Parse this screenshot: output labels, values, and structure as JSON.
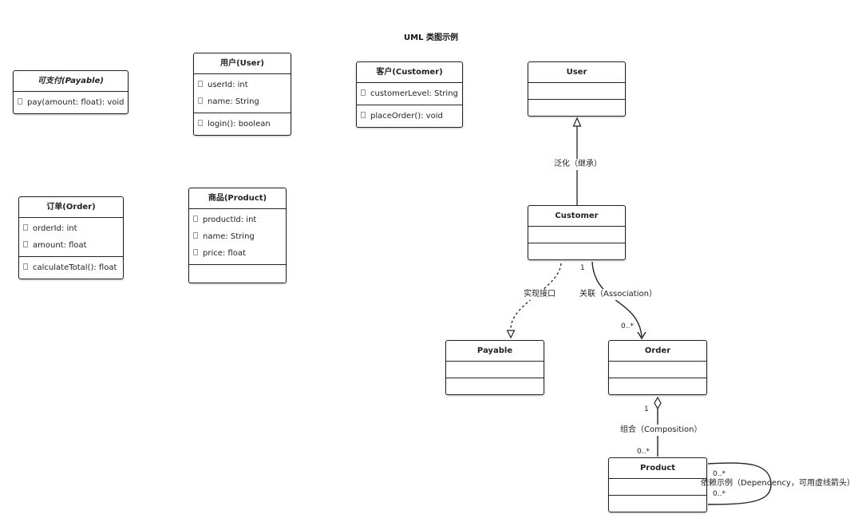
{
  "title": "UML 类图示例",
  "classes": {
    "payable_cn": {
      "name": "可支付(Payable)",
      "ops": [
        "pay(amount: float): void"
      ]
    },
    "user_cn": {
      "name": "用户(User)",
      "attrs": [
        "userId: int",
        "name: String"
      ],
      "ops": [
        "login(): boolean"
      ]
    },
    "customer_cn": {
      "name": "客户(Customer)",
      "attrs": [
        "customerLevel: String"
      ],
      "ops": [
        "placeOrder(): void"
      ]
    },
    "order_cn": {
      "name": "订单(Order)",
      "attrs": [
        "orderId: int",
        "amount: float"
      ],
      "ops": [
        "calculateTotal(): float"
      ]
    },
    "product_cn": {
      "name": "商品(Product)",
      "attrs": [
        "productId: int",
        "name: String",
        "price: float"
      ],
      "ops": []
    }
  },
  "diagram": {
    "user": "User",
    "customer": "Customer",
    "payable": "Payable",
    "order": "Order",
    "product": "Product"
  },
  "relations": {
    "generalization": "泛化（继承）",
    "realization": "实现接口",
    "association": "关联（Association）",
    "composition": "组合（Composition）",
    "dependency": "依赖示例（Dependency，可用虚线箭头）"
  },
  "multiplicities": {
    "assoc_src": "1",
    "assoc_dst": "0..*",
    "comp_src": "1",
    "comp_dst": "0..*",
    "dep_top": "0..*",
    "dep_bottom": "0..*"
  }
}
